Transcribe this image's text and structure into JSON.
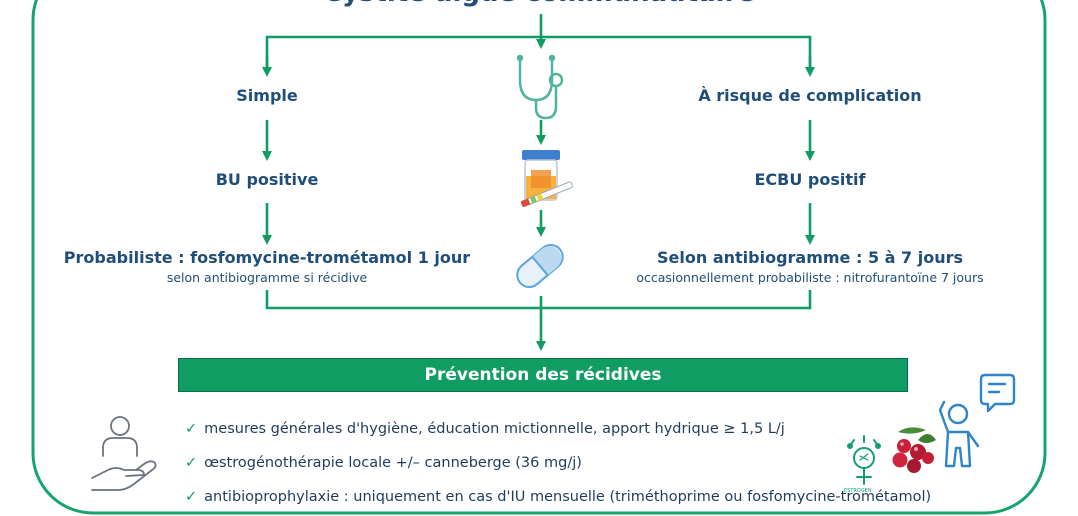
{
  "title": "Cystite aiguë communautaire",
  "left": {
    "type": "Simple",
    "test": "BU positive",
    "treatment": "Probabiliste : fosfomycine-trométamol 1 jour",
    "treatment_note": "selon antibiogramme si récidive"
  },
  "right": {
    "type": "À risque de complication",
    "test": "ECBU positif",
    "treatment": "Selon antibiogramme : 5 à 7 jours",
    "treatment_note": "occasionnellement probabiliste : nitrofurantoïne 7 jours"
  },
  "prevention": {
    "title": "Prévention des récidives",
    "items": [
      "mesures générales d'hygiène, éducation mictionnelle, apport hydrique ≥ 1,5 L/j",
      "œstrogénothérapie locale +/– canneberge (36 mg/j)",
      "antibioprophylaxie : uniquement en cas d'IU mensuelle (triméthoprime ou fosfomycine-trométamol)"
    ],
    "check_symbol": "✓",
    "estrogen_label": "ESTROGEN"
  },
  "icons": {
    "stethoscope": "stethoscope-icon",
    "urine_cup": "urine-sample-icon",
    "pill": "pill-icon",
    "patient_hand": "patient-care-icon",
    "estrogen": "estrogen-icon",
    "cranberry": "cranberry-icon",
    "doctor": "doctor-speech-icon"
  },
  "colors": {
    "green": "#0f9d63",
    "navy": "#1f4e79",
    "icon_blue": "#5aa8dc",
    "frame": "#16a36c"
  }
}
